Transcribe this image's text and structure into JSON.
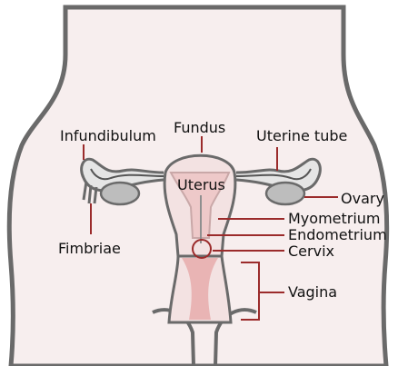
{
  "labels": {
    "infundibulum": "Infundibulum",
    "fundus": "Fundus",
    "uterine_tube": "Uterine tube",
    "uterus": "Uterus",
    "ovary": "Ovary",
    "myometrium": "Myometrium",
    "endometrium": "Endometrium",
    "cervix": "Cervix",
    "fimbriae": "Fimbriae",
    "vagina": "Vagina"
  },
  "colors": {
    "body_fill": "#f7eeee",
    "outline": "#6a6a6a",
    "uterus_fill": "#f3e2e2",
    "endometrium_fill": "#eec9c9",
    "vagina_fill": "#e9b4b4",
    "leader": "#9b2b2b",
    "ovary_fill": "#bdbdbd"
  }
}
